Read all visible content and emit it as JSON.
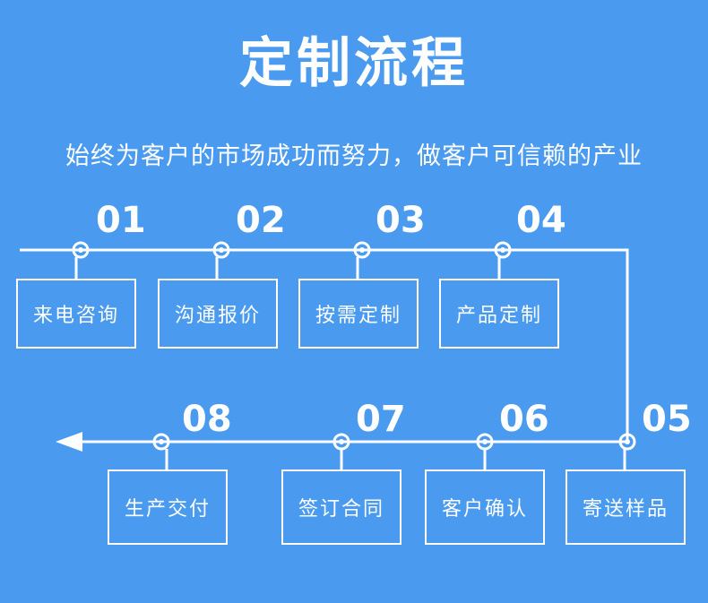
{
  "header": {
    "title": "定制流程",
    "subtitle": "始终为客户的市场成功而努力，做客户可信赖的产业"
  },
  "colors": {
    "background": "#4a9bf0",
    "line": "#ffffff",
    "text": "#ffffff"
  },
  "steps": [
    {
      "number": "01",
      "label": "来电咨询"
    },
    {
      "number": "02",
      "label": "沟通报价"
    },
    {
      "number": "03",
      "label": "按需定制"
    },
    {
      "number": "04",
      "label": "产品定制"
    },
    {
      "number": "05",
      "label": "寄送样品"
    },
    {
      "number": "06",
      "label": "客户确认"
    },
    {
      "number": "07",
      "label": "签订合同"
    },
    {
      "number": "08",
      "label": "生产交付"
    }
  ]
}
